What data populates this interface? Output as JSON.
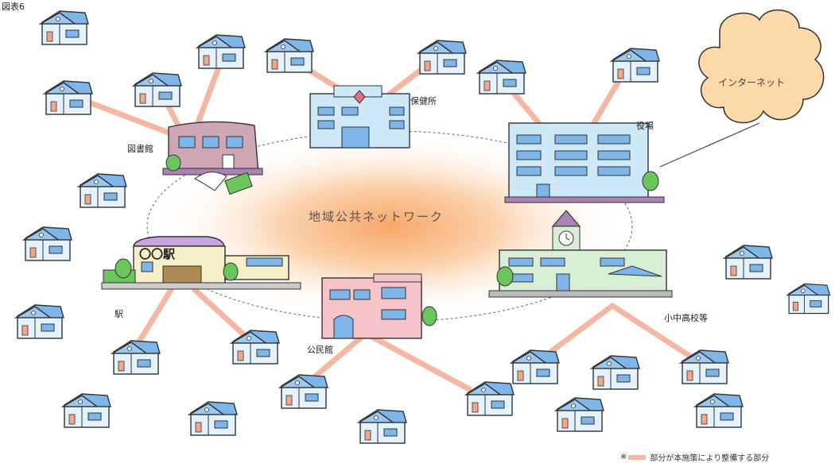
{
  "figure_label": "図表6",
  "center_label": "地域公共ネットワーク",
  "internet_label": "インターネット",
  "nodes": {
    "library": "図書館",
    "health_center": "保健所",
    "city_office": "役場",
    "station": "駅",
    "station_sign": "〇〇駅",
    "community_hall": "公民館",
    "schools": "小中高校等"
  },
  "legend": {
    "mark": "※",
    "text": "部分が本施策により整備する部分",
    "swatch_color": "#f6b7a2"
  },
  "colors": {
    "link": "#f6b7a2",
    "roof": "#7fb6ea",
    "wall": "#e4f2fb",
    "cloud": "#fbd9a8",
    "network_glow": "#f9b57a"
  }
}
